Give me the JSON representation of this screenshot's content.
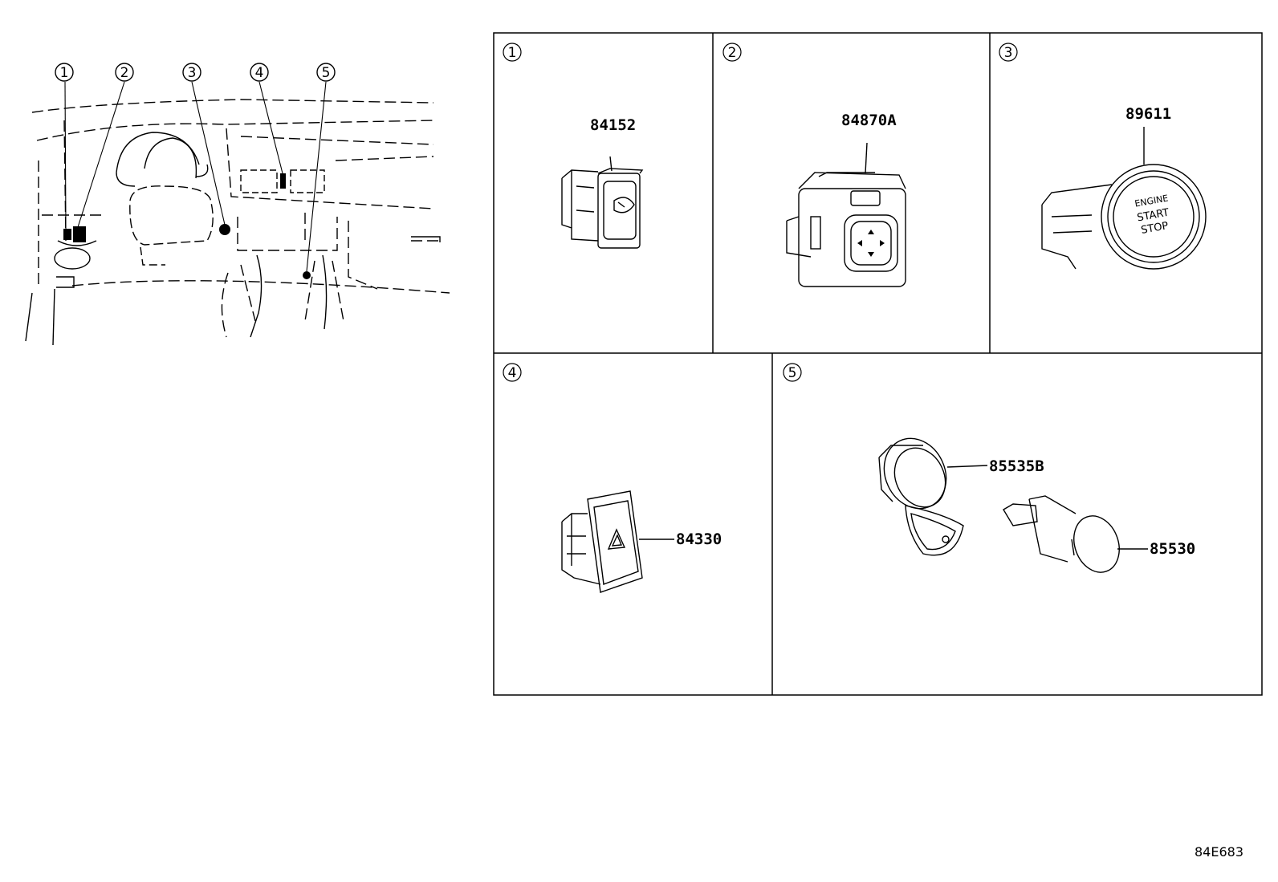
{
  "callouts": [
    "1",
    "2",
    "3",
    "4",
    "5"
  ],
  "panels": [
    {
      "num": "1",
      "parts": [
        "84152"
      ]
    },
    {
      "num": "2",
      "parts": [
        "84870A"
      ]
    },
    {
      "num": "3",
      "parts": [
        "89611"
      ],
      "button_text": [
        "ENGINE",
        "START",
        "STOP"
      ]
    },
    {
      "num": "4",
      "parts": [
        "84330"
      ]
    },
    {
      "num": "5",
      "parts": [
        "85535B",
        "85530"
      ]
    }
  ],
  "diagram_id": "84E683",
  "colors": {
    "line": "#000000",
    "background": "#ffffff"
  }
}
